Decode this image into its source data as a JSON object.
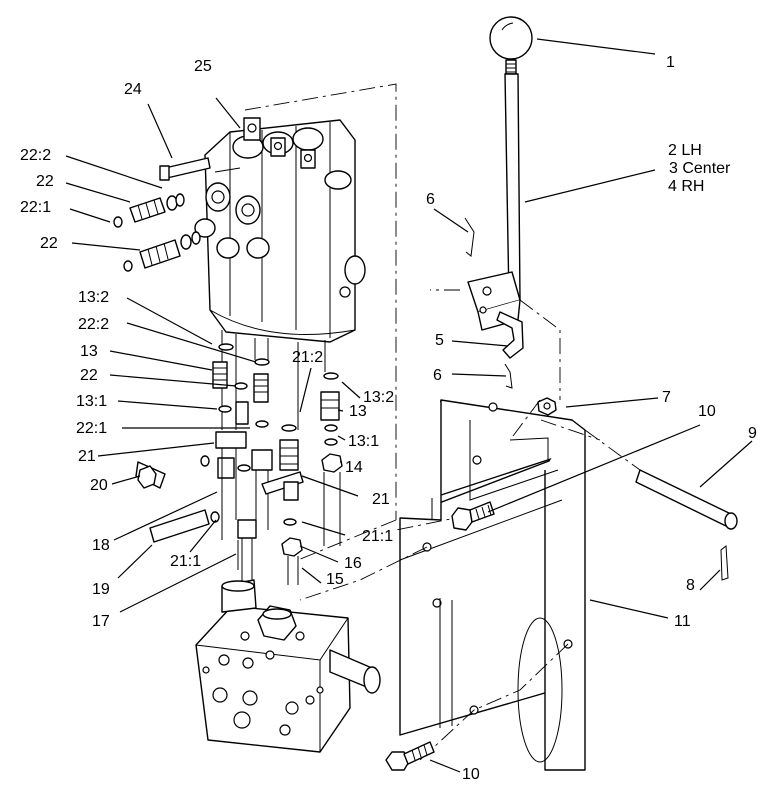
{
  "callouts": {
    "c1": "1",
    "c2_3_4_line1": "2 LH",
    "c2_3_4_line2": "3 Center",
    "c2_3_4_line3": "4 RH",
    "c5": "5",
    "c6a": "6",
    "c6b": "6",
    "c7": "7",
    "c8": "8",
    "c9": "9",
    "c10a": "10",
    "c10b": "10",
    "c11": "11",
    "c13a": "13",
    "c13b": "13",
    "c13_1a": "13:1",
    "c13_1b": "13:1",
    "c13_2a": "13:2",
    "c13_2b": "13:2",
    "c14": "14",
    "c15": "15",
    "c16": "16",
    "c17": "17",
    "c18": "18",
    "c19": "19",
    "c20": "20",
    "c21a": "21",
    "c21b": "21",
    "c21_1a": "21:1",
    "c21_1b": "21:1",
    "c21_2": "21:2",
    "c22a": "22",
    "c22b": "22",
    "c22c": "22",
    "c22_1a": "22:1",
    "c22_1b": "22:1",
    "c22_2a": "22:2",
    "c22_2b": "22:2",
    "c24": "24",
    "c25": "25"
  }
}
